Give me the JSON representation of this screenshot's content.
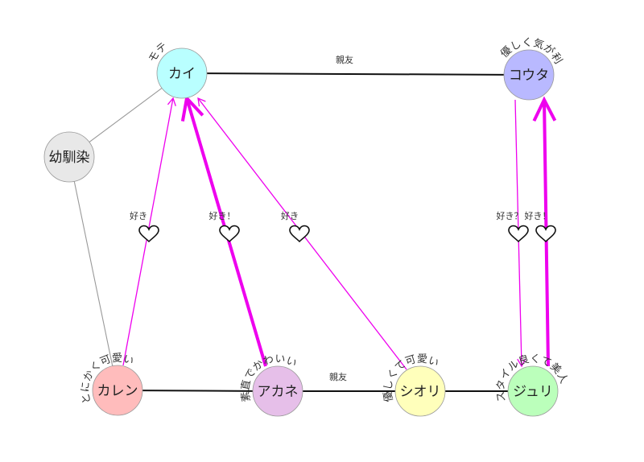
{
  "colors": {
    "pink": "#ee00ee",
    "black": "#111111",
    "gray": "#999999"
  },
  "nodes": [
    {
      "id": "kai",
      "label": "カイ",
      "fill": "#b9ffff",
      "note": "モテ男"
    },
    {
      "id": "kouta",
      "label": "コウタ",
      "fill": "#b9b9ff",
      "note": "優しく気が利く"
    },
    {
      "id": "osananajimi",
      "label": "幼馴染",
      "fill": "#e8e8e8",
      "note": ""
    },
    {
      "id": "karen",
      "label": "カレン",
      "fill": "#ffbcbc",
      "note": "とにかく可愛い"
    },
    {
      "id": "akane",
      "label": "アカネ",
      "fill": "#e6bfe9",
      "note": "素直でかわいい"
    },
    {
      "id": "shiori",
      "label": "シオリ",
      "fill": "#ffffbb",
      "note": "優しくて可愛い"
    },
    {
      "id": "juri",
      "label": "ジュリ",
      "fill": "#bbffbb",
      "note": "スタイル良くて美人"
    }
  ],
  "edges": [
    {
      "id": "kai-kouta",
      "from": "kai",
      "to": "kouta",
      "kind": "friend",
      "label": "親友"
    },
    {
      "id": "kai-osananajimi",
      "from": "kai",
      "to": "osananajimi",
      "kind": "plain",
      "label": ""
    },
    {
      "id": "osananajimi-karen",
      "from": "osananajimi",
      "to": "karen",
      "kind": "plain",
      "label": ""
    },
    {
      "id": "karen-akane",
      "from": "karen",
      "to": "akane",
      "kind": "friend",
      "label": ""
    },
    {
      "id": "akane-shiori",
      "from": "akane",
      "to": "shiori",
      "kind": "friend",
      "label": "親友"
    },
    {
      "id": "shiori-juri",
      "from": "shiori",
      "to": "juri",
      "kind": "friend",
      "label": ""
    },
    {
      "id": "karen-kai",
      "from": "karen",
      "to": "kai",
      "kind": "love",
      "strong": false,
      "label": "好き"
    },
    {
      "id": "akane-kai",
      "from": "akane",
      "to": "kai",
      "kind": "love",
      "strong": true,
      "label": "好き！"
    },
    {
      "id": "shiori-kai",
      "from": "shiori",
      "to": "kai",
      "kind": "love",
      "strong": false,
      "label": "好き"
    },
    {
      "id": "kouta-juri",
      "from": "kouta",
      "to": "juri",
      "kind": "love",
      "strong": false,
      "label": "好き？"
    },
    {
      "id": "juri-kouta",
      "from": "juri",
      "to": "kouta",
      "kind": "love",
      "strong": true,
      "label": "好き！"
    }
  ]
}
